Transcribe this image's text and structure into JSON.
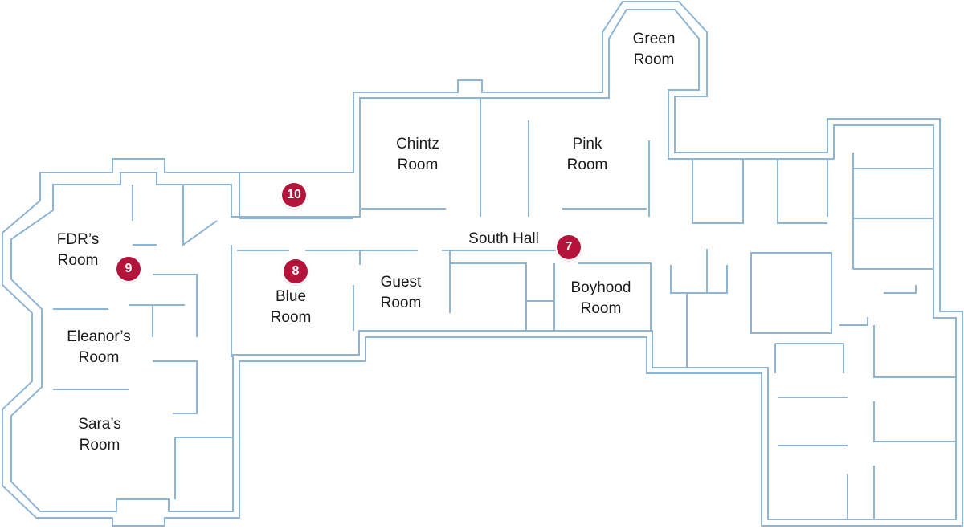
{
  "colors": {
    "wall": "#8fb5d6",
    "marker": "#b5143a",
    "label": "#1a1a1a"
  },
  "rooms": {
    "green": [
      "Green",
      "Room"
    ],
    "chintz": [
      "Chintz",
      "Room"
    ],
    "pink": [
      "Pink",
      "Room"
    ],
    "fdr": [
      "FDR’s",
      "Room"
    ],
    "south_hall": [
      "South Hall"
    ],
    "blue": [
      "Blue",
      "Room"
    ],
    "guest": [
      "Guest",
      "Room"
    ],
    "boyhood": [
      "Boyhood",
      "Room"
    ],
    "eleanor": [
      "Eleanor’s",
      "Room"
    ],
    "sara": [
      "Sara’s",
      "Room"
    ]
  },
  "markers": {
    "m7": "7",
    "m8": "8",
    "m9": "9",
    "m10": "10"
  }
}
